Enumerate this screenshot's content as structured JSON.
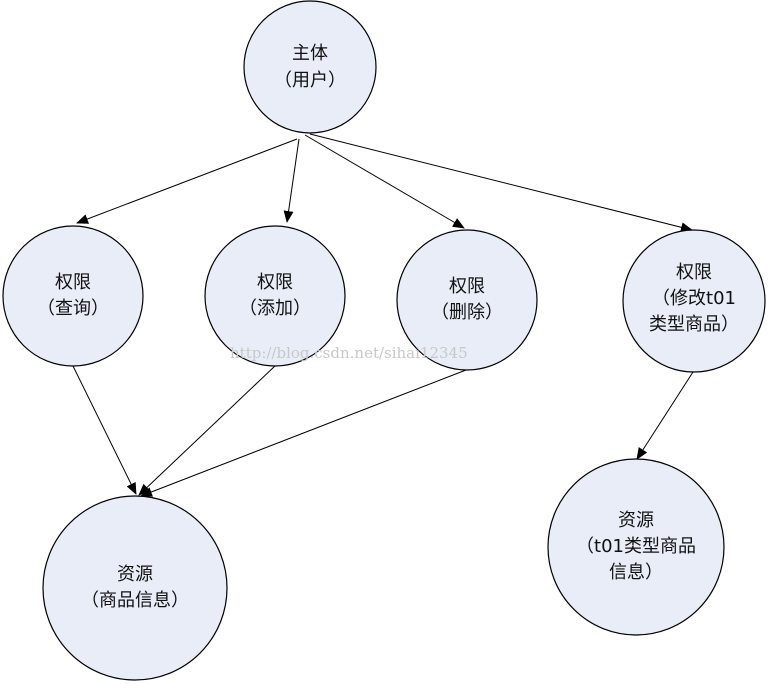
{
  "diagram": {
    "nodes": {
      "subject": {
        "line1": "主体",
        "line2": "（用户）"
      },
      "perm_query": {
        "line1": "权限",
        "line2": "（查询）"
      },
      "perm_add": {
        "line1": "权限",
        "line2": "（添加）"
      },
      "perm_delete": {
        "line1": "权限",
        "line2": "（删除）"
      },
      "perm_modify": {
        "line1": "权限",
        "line2": "（修改t01",
        "line3": "类型商品）"
      },
      "res_goods": {
        "line1": "资源",
        "line2": "（商品信息）"
      },
      "res_t01": {
        "line1": "资源",
        "line2": "（t01类型商品",
        "line3": "信息）"
      }
    },
    "watermark": "http://blog.csdn.net/sihai12345",
    "colors": {
      "node_fill": "#e8edf7",
      "stroke": "#000000"
    }
  }
}
